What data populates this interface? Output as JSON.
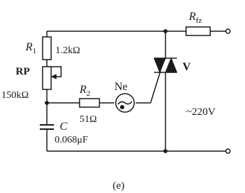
{
  "components": {
    "r1": {
      "name": "R",
      "sub": "1",
      "value": "1.2kΩ"
    },
    "rp": {
      "name": "RP",
      "value": "150kΩ"
    },
    "r2": {
      "name": "R",
      "sub": "2",
      "value": "51Ω"
    },
    "ne": {
      "name": "Ne"
    },
    "c": {
      "name": "C",
      "value": "0.068μF"
    },
    "triac": {
      "name": "V"
    },
    "rfz": {
      "name": "R",
      "sub": "fz"
    }
  },
  "supply_label": "~220V",
  "caption": "(e)"
}
